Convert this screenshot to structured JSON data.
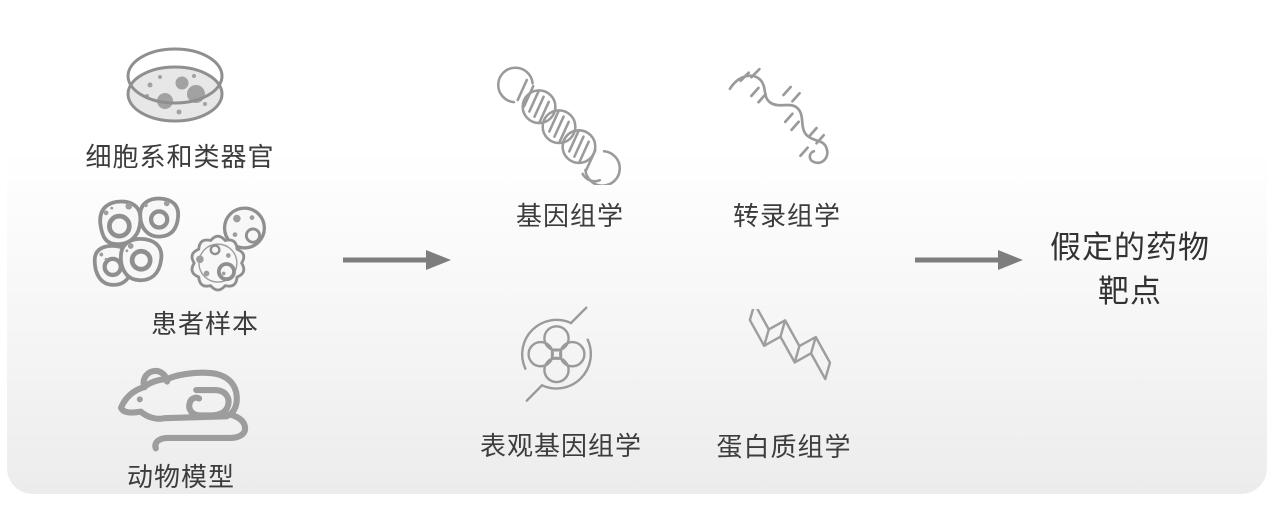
{
  "diagram_title": "multi-omics drug target discovery workflow",
  "palette": {
    "card_top": "#ffffff",
    "card_bottom": "#ececec",
    "icon_stroke": "#949494",
    "icon_fill_light": "#e7e7e7",
    "icon_dot_fill": "#9e9e9e",
    "arrow_color": "#7d7d7d",
    "label_color": "#3c3c3c",
    "headline_color": "#323232"
  },
  "sources": [
    {
      "label": "细胞系和类器官",
      "icon": "petri-dish-icon"
    },
    {
      "label": "患者样本",
      "icon": "patient-cells-icon"
    },
    {
      "label": "动物模型",
      "icon": "mouse-icon"
    }
  ],
  "omics": [
    {
      "label": "基因组学",
      "icon": "dna-icon"
    },
    {
      "label": "转录组学",
      "icon": "rna-icon"
    },
    {
      "label": "表观基因组学",
      "icon": "nucleosome-icon"
    },
    {
      "label": "蛋白质组学",
      "icon": "protein-helix-icon"
    }
  ],
  "arrows": [
    {
      "name": "sources-to-omics"
    },
    {
      "name": "omics-to-targets"
    }
  ],
  "output": {
    "line1": "假定的药物",
    "line2": "靶点"
  }
}
